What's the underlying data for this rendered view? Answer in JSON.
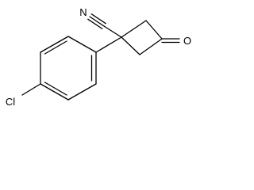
{
  "molecule": {
    "atoms": {
      "nitrogen": "N",
      "oxygen": "O",
      "chlorine": "Cl"
    },
    "colors": {
      "bond": "#000000",
      "background": "#ffffff"
    }
  }
}
